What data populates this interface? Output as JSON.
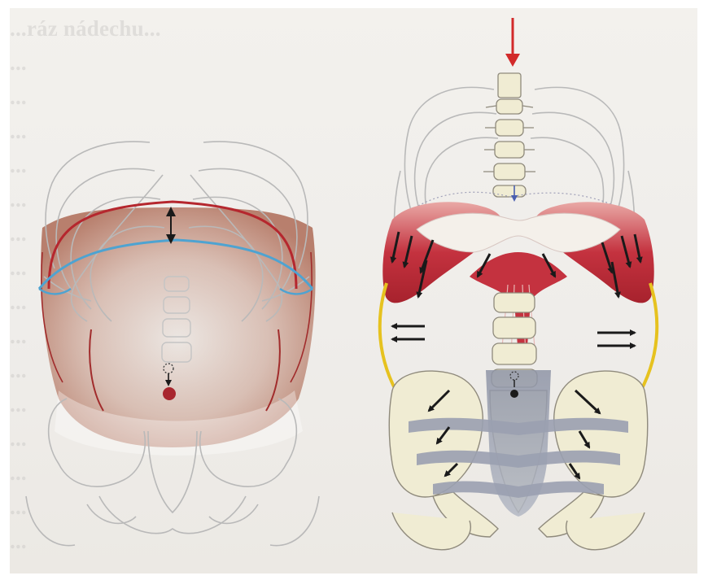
{
  "figure": {
    "panels": [
      {
        "name": "left-panel"
      },
      {
        "name": "right-panel"
      }
    ],
    "colors": {
      "page_background": "#efedea",
      "bone_outline": "#b9b9b9",
      "bone_fill": "#f0ecd3",
      "bone_outline_dark": "#8f8a7c",
      "abdomen_shading": "#b06a52",
      "diaphragm_relaxed_line": "#b5272e",
      "diaphragm_contracted_line": "#4ea3d1",
      "diaphragm_muscle": "#c4323f",
      "central_tendon": "#f4f0ea",
      "lateral_wall_line": "#e6c21f",
      "pelvic_floor_fascia": "#9aa0b0",
      "arrow_black": "#1a1a1a",
      "arrow_red": "#d22a2a",
      "navel_marker": "#a8262e"
    },
    "icons": [
      "double-headed-vertical-arrow-icon",
      "downward-red-arrow-icon",
      "lateral-expansion-arrows-icon",
      "navel-descent-marker-icon"
    ]
  },
  "bleed_through_text": [
    "...ráz nádechu...",
    "...",
    "...",
    "...",
    "...",
    "...",
    "...",
    "...",
    "...",
    "...",
    "...",
    "...",
    "...",
    "...",
    "...",
    "..."
  ]
}
